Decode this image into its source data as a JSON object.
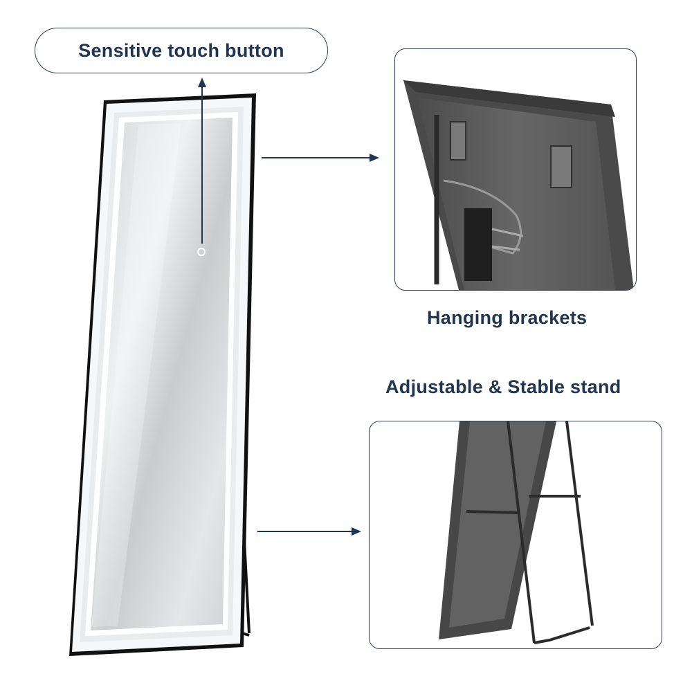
{
  "labels": {
    "touch_button": "Sensitive touch button",
    "hanging_brackets": "Hanging brackets",
    "stand": "Adjustable & Stable stand"
  },
  "colors": {
    "text": "#1f3550",
    "outline": "#2c3e55",
    "mirror_frame": "#1a1a1a",
    "led": "#f4f6f7",
    "back_panel": "#5b5b5b"
  },
  "icons": {
    "touch_button": "circle-touch-icon",
    "arrow": "arrow-right-icon"
  }
}
